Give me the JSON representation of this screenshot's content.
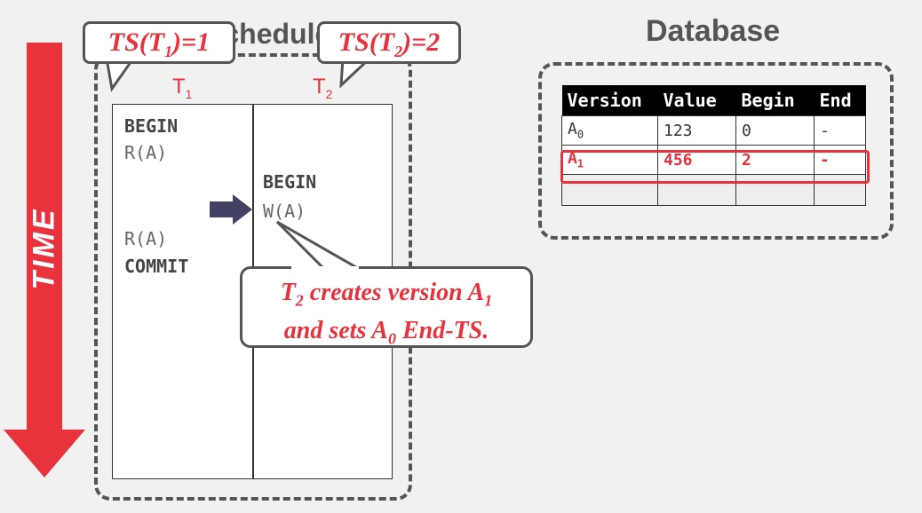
{
  "schedule": {
    "title": "Schedule",
    "t1_label": "T",
    "t1_sub": "1",
    "t2_label": "T",
    "t2_sub": "2",
    "t1_ops": [
      "BEGIN",
      "R(A)",
      "R(A)",
      "COMMIT"
    ],
    "t2_ops": [
      "BEGIN",
      "W(A)"
    ]
  },
  "time_label": "TIME",
  "bubbles": {
    "ts1_prefix": "TS(T",
    "ts1_sub": "1",
    "ts1_suffix": ")=1",
    "ts2_prefix": "TS(T",
    "ts2_sub": "2",
    "ts2_suffix": ")=2"
  },
  "callout": {
    "line1_a": "T",
    "line1_sub": "2",
    "line1_b": " creates version A",
    "line1_sub2": "1",
    "line2_a": "and sets A",
    "line2_sub": "0",
    "line2_b": " End-TS."
  },
  "database": {
    "title": "Database",
    "headers": [
      "Version",
      "Value",
      "Begin",
      "End"
    ],
    "rows": [
      {
        "version": "A",
        "version_sub": "0",
        "value": "123",
        "begin": "0",
        "end": "-"
      },
      {
        "version": "A",
        "version_sub": "1",
        "value": "456",
        "begin": "2",
        "end": "-"
      }
    ]
  },
  "colors": {
    "accent": "#e8323c",
    "arrow": "#424164",
    "frame": "#555555"
  }
}
